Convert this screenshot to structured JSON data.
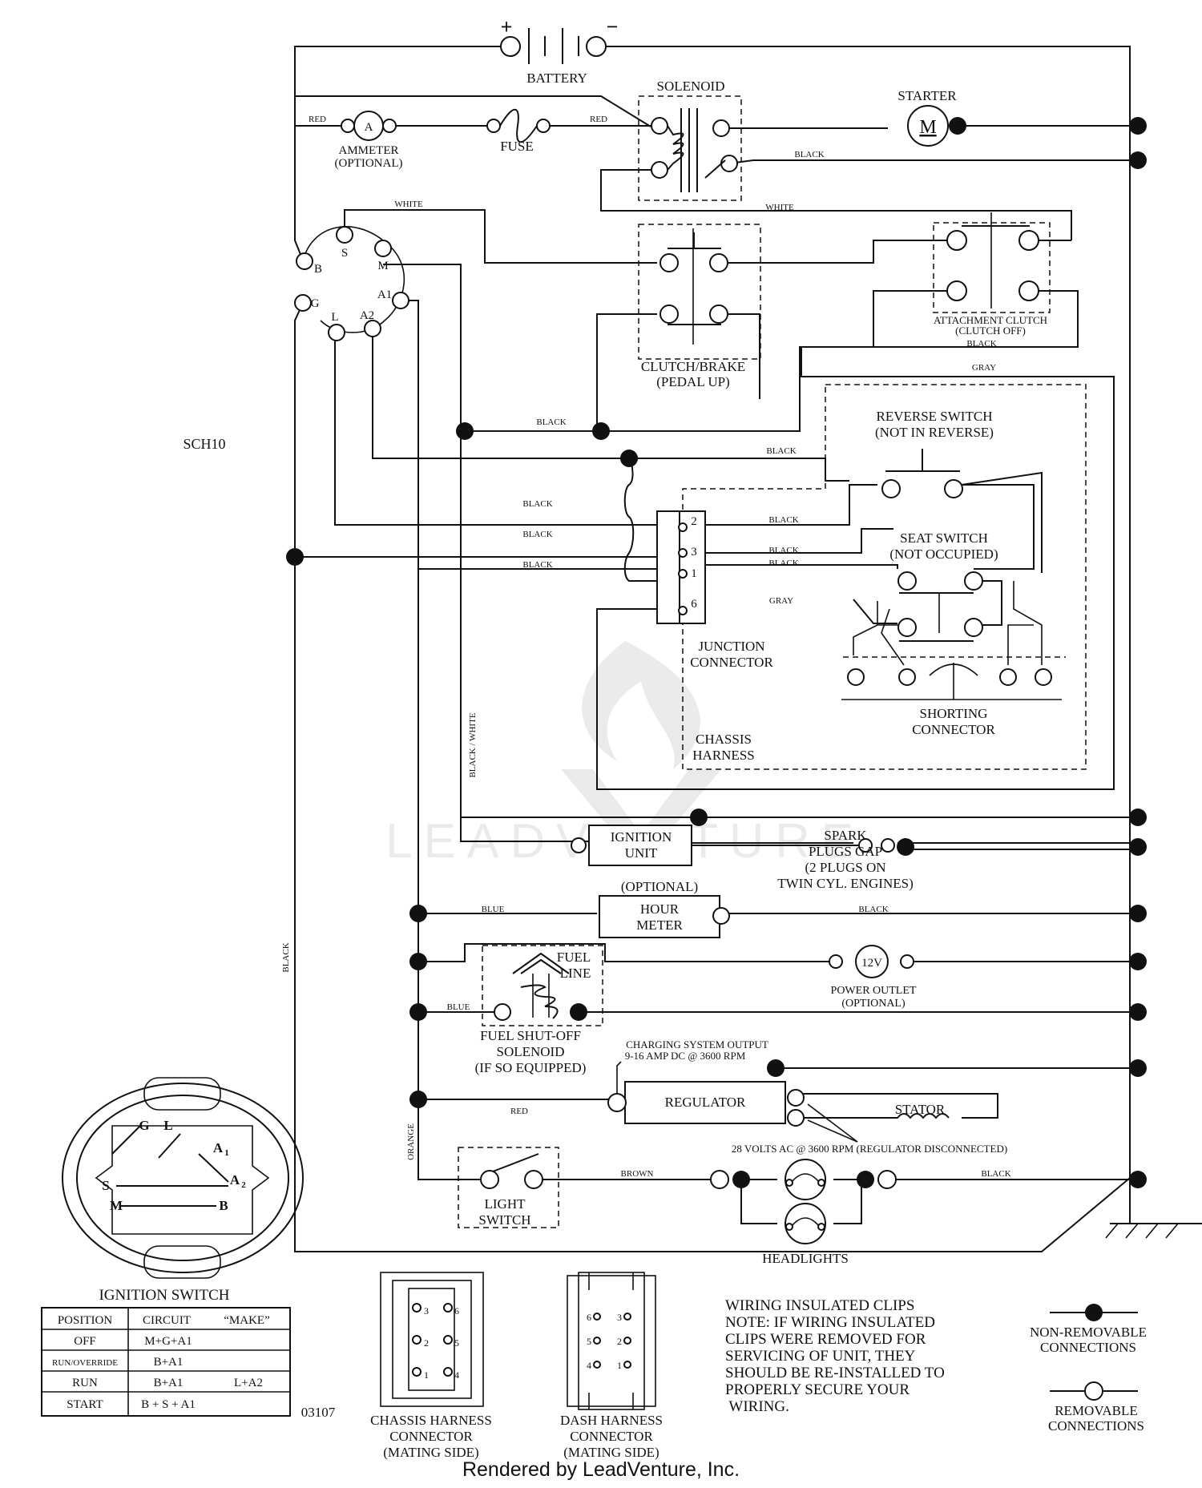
{
  "title": "SCH10",
  "components": {
    "battery": "BATTERY",
    "battery_plus": "+",
    "battery_minus": "−",
    "solenoid": "SOLENOID",
    "starter": "STARTER",
    "starter_symbol": "M",
    "ammeter": [
      "AMMETER",
      "(OPTIONAL)"
    ],
    "ammeter_symbol": "A",
    "fuse": "FUSE",
    "clutch_brake": [
      "CLUTCH/BRAKE",
      "(PEDAL UP)"
    ],
    "attachment_clutch": [
      "ATTACHMENT CLUTCH",
      "(CLUTCH OFF)"
    ],
    "reverse_switch": [
      "REVERSE SWITCH",
      "(NOT IN REVERSE)"
    ],
    "seat_switch": [
      "SEAT SWITCH",
      "(NOT OCCUPIED)"
    ],
    "junction_connector": [
      "JUNCTION",
      "CONNECTOR"
    ],
    "shorting_connector": [
      "SHORTING",
      "CONNECTOR"
    ],
    "chassis_harness": [
      "CHASSIS",
      "HARNESS"
    ],
    "ignition_unit": [
      "IGNITION",
      "UNIT"
    ],
    "spark_plugs": [
      "SPARK",
      "PLUGS GAP",
      "(2 PLUGS ON",
      "TWIN CYL. ENGINES)"
    ],
    "optional": "(OPTIONAL)",
    "hour_meter": [
      "HOUR",
      "METER"
    ],
    "fuel_line": [
      "FUEL",
      "LINE"
    ],
    "power_outlet": [
      "POWER OUTLET",
      "(OPTIONAL)"
    ],
    "power_outlet_symbol": "12V",
    "fuel_solenoid": [
      "FUEL SHUT-OFF",
      "SOLENOID",
      "(IF SO EQUIPPED)"
    ],
    "charging_output": [
      "CHARGING SYSTEM OUTPUT",
      "9-16 AMP DC @ 3600 RPM"
    ],
    "regulator": "REGULATOR",
    "stator": "STATOR",
    "stator_note": "28 VOLTS AC @ 3600 RPM (REGULATOR DISCONNECTED)",
    "light_switch": [
      "LIGHT",
      "SWITCH"
    ],
    "headlights": "HEADLIGHTS"
  },
  "ignition_terminals": [
    "B",
    "S",
    "M",
    "A1",
    "A2",
    "L",
    "G"
  ],
  "junction_pins": [
    "2",
    "3",
    "1",
    "6"
  ],
  "wire_labels": {
    "red": "RED",
    "black": "BLACK",
    "white": "WHITE",
    "gray": "GRAY",
    "blue": "BLUE",
    "brown": "BROWN",
    "orange": "ORANGE",
    "black_white": "BLACK / WHITE"
  },
  "ignition_switch": {
    "title": "IGNITION SWITCH",
    "face_labels": [
      "G",
      "L",
      "A",
      "1",
      "A",
      "2",
      "S",
      "M",
      "B"
    ],
    "headers": [
      "POSITION",
      "CIRCUIT",
      "“MAKE”"
    ],
    "rows": [
      {
        "position": "OFF",
        "circuit": "M+G+A1",
        "make": ""
      },
      {
        "position": "RUN/OVERRIDE",
        "circuit": "B+A1",
        "make": ""
      },
      {
        "position": "RUN",
        "circuit": "B+A1",
        "make": "L+A2"
      },
      {
        "position": "START",
        "circuit": "B + S + A1",
        "make": ""
      }
    ]
  },
  "part_number": "03107",
  "chassis_connector": {
    "label": [
      "CHASSIS HARNESS",
      "CONNECTOR",
      "(MATING SIDE)"
    ],
    "pins": [
      "3",
      "6",
      "2",
      "5",
      "1",
      "4"
    ]
  },
  "dash_connector": {
    "label": [
      "DASH HARNESS",
      "CONNECTOR",
      "(MATING SIDE)"
    ],
    "pins": [
      "6",
      "3",
      "5",
      "2",
      "4",
      "1"
    ]
  },
  "note": [
    "WIRING INSULATED CLIPS",
    "NOTE:  IF WIRING INSULATED",
    "CLIPS WERE REMOVED FOR",
    "SERVICING OF UNIT, THEY",
    "SHOULD BE RE-INSTALLED TO",
    "PROPERLY SECURE YOUR",
    " WIRING."
  ],
  "legend": {
    "non_removable": [
      "NON-REMOVABLE",
      "CONNECTIONS"
    ],
    "removable": [
      "REMOVABLE",
      "CONNECTIONS"
    ]
  },
  "watermark": "LEADVENTURE",
  "footer": "Rendered by LeadVenture, Inc."
}
